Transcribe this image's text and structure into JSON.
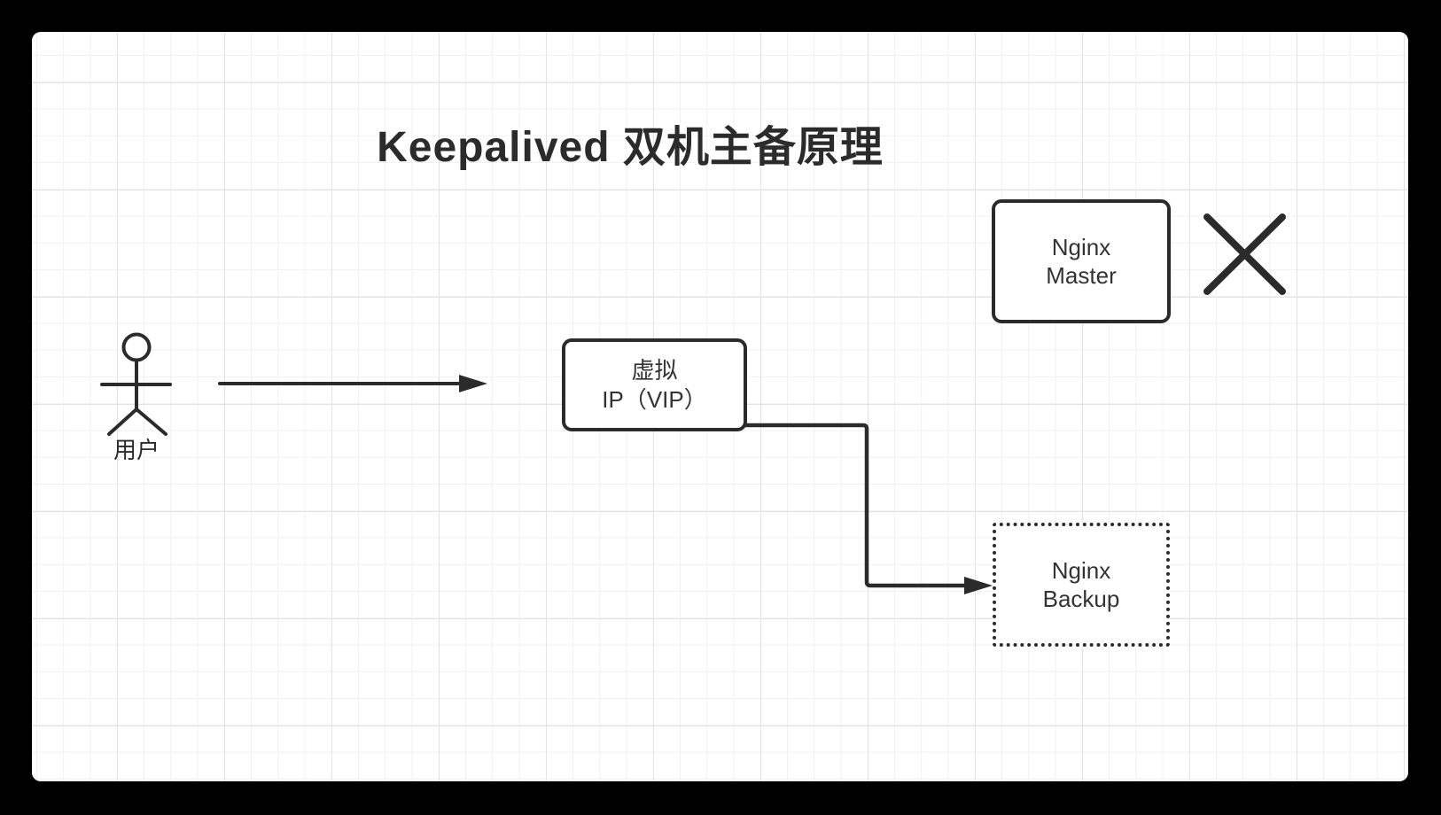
{
  "diagram": {
    "title": "Keepalived 双机主备原理",
    "actor": {
      "label": "用户"
    },
    "nodes": {
      "vip": {
        "line1": "虚拟",
        "line2": "IP（VIP）",
        "border_style": "solid"
      },
      "master": {
        "line1": "Nginx",
        "line2": "Master",
        "border_style": "solid"
      },
      "backup": {
        "line1": "Nginx",
        "line2": "Backup",
        "border_style": "dotted"
      }
    },
    "marks": {
      "failure_mark": "x-cross-icon"
    },
    "connections": [
      {
        "from": "用户",
        "to": "虚拟 IP（VIP）",
        "type": "straight-arrow"
      },
      {
        "from": "虚拟 IP（VIP）",
        "to": "Nginx Backup",
        "type": "elbow-arrow"
      }
    ],
    "colors": {
      "ink": "#2b2b2b",
      "node_text": "#333333",
      "canvas_bg": "#ffffff",
      "frame_bg": "#000000",
      "grid_minor": "#f1f1f1",
      "grid_major": "#e3e3e3"
    }
  }
}
